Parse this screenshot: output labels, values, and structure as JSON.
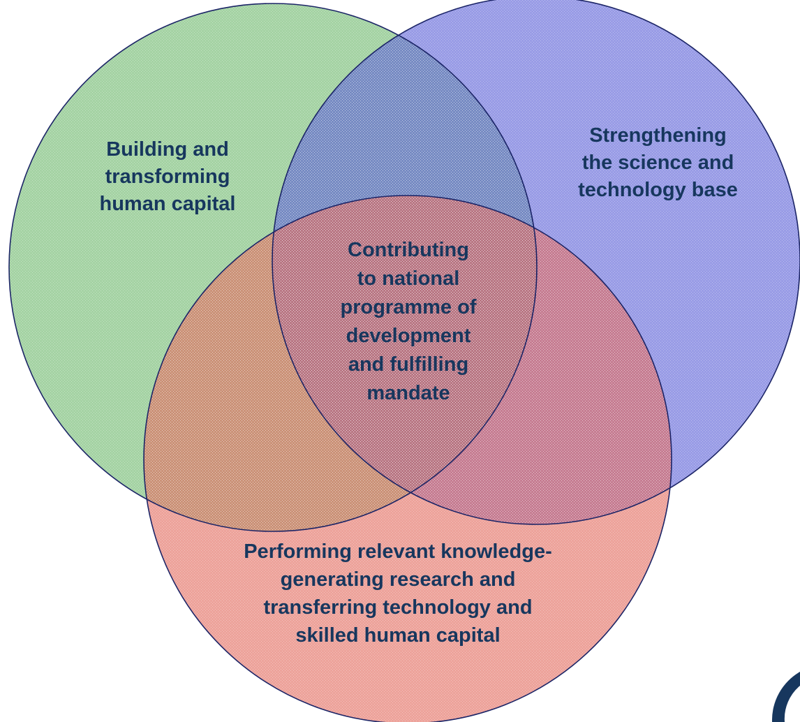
{
  "diagram": {
    "type": "venn",
    "outline_color": "#1b2466",
    "text_color": "#17375e",
    "sets": [
      {
        "id": "green",
        "color": "#8cc78a",
        "lines": [
          "Building and",
          "transforming",
          "human capital"
        ]
      },
      {
        "id": "blue",
        "color": "#5a5fd6",
        "lines": [
          "Strengthening",
          "the science and",
          "technology base"
        ]
      },
      {
        "id": "red",
        "color": "#e26a5e",
        "lines": [
          "Performing relevant knowledge-",
          "generating research and",
          "transferring technology and",
          "skilled human capital"
        ]
      }
    ],
    "center": {
      "lines": [
        "Contributing",
        "to national",
        "programme of",
        "development",
        "and fulfilling",
        "mandate"
      ]
    }
  }
}
